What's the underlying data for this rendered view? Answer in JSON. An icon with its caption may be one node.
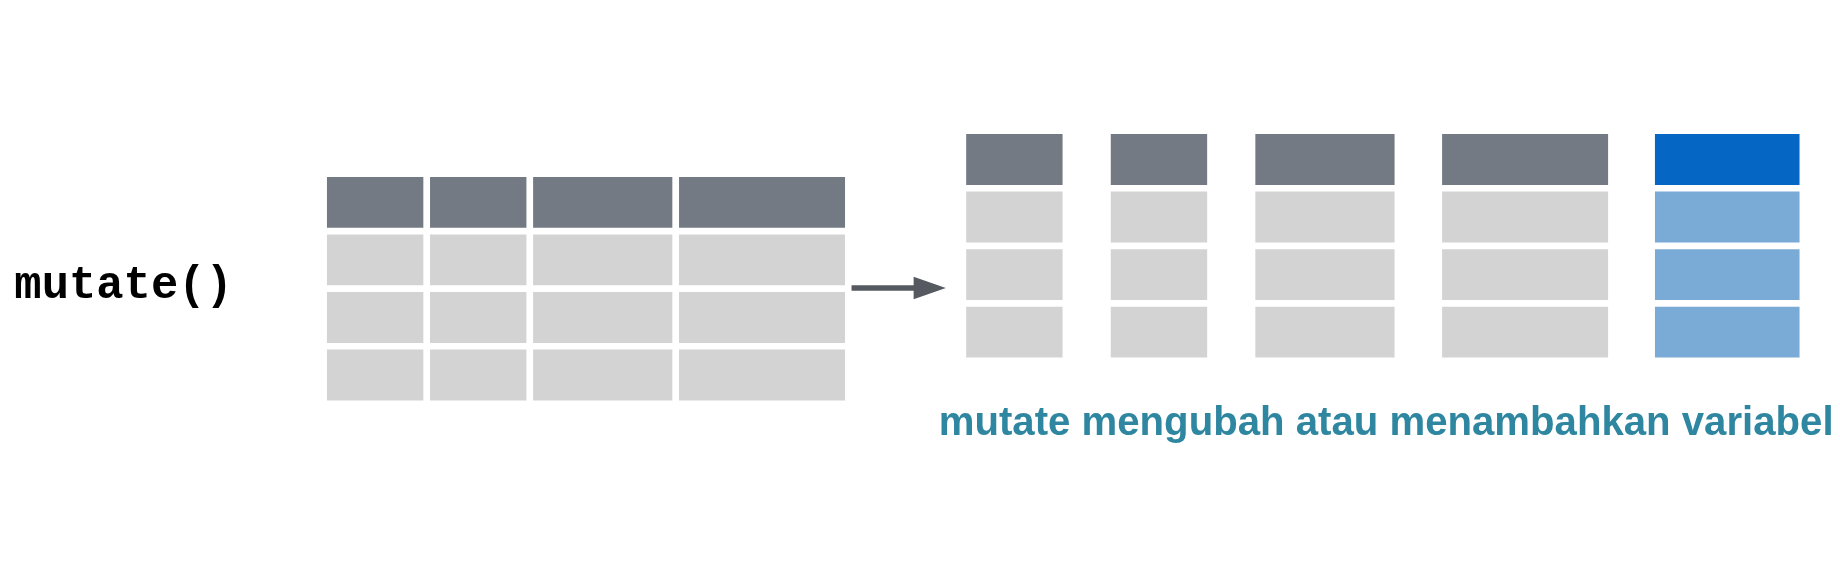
{
  "diagram": {
    "nodes": [
      {
        "text": [],
        "shape": "table"
      },
      {
        "text": [],
        "shape": "table",
        "beside": [
          "mutate mengubah atau menambahkan variabel"
        ]
      }
    ],
    "edges": [
      {
        "from": 0,
        "to": 1,
        "arrow": "to"
      }
    ],
    "labels": [
      "mutate()"
    ]
  }
}
